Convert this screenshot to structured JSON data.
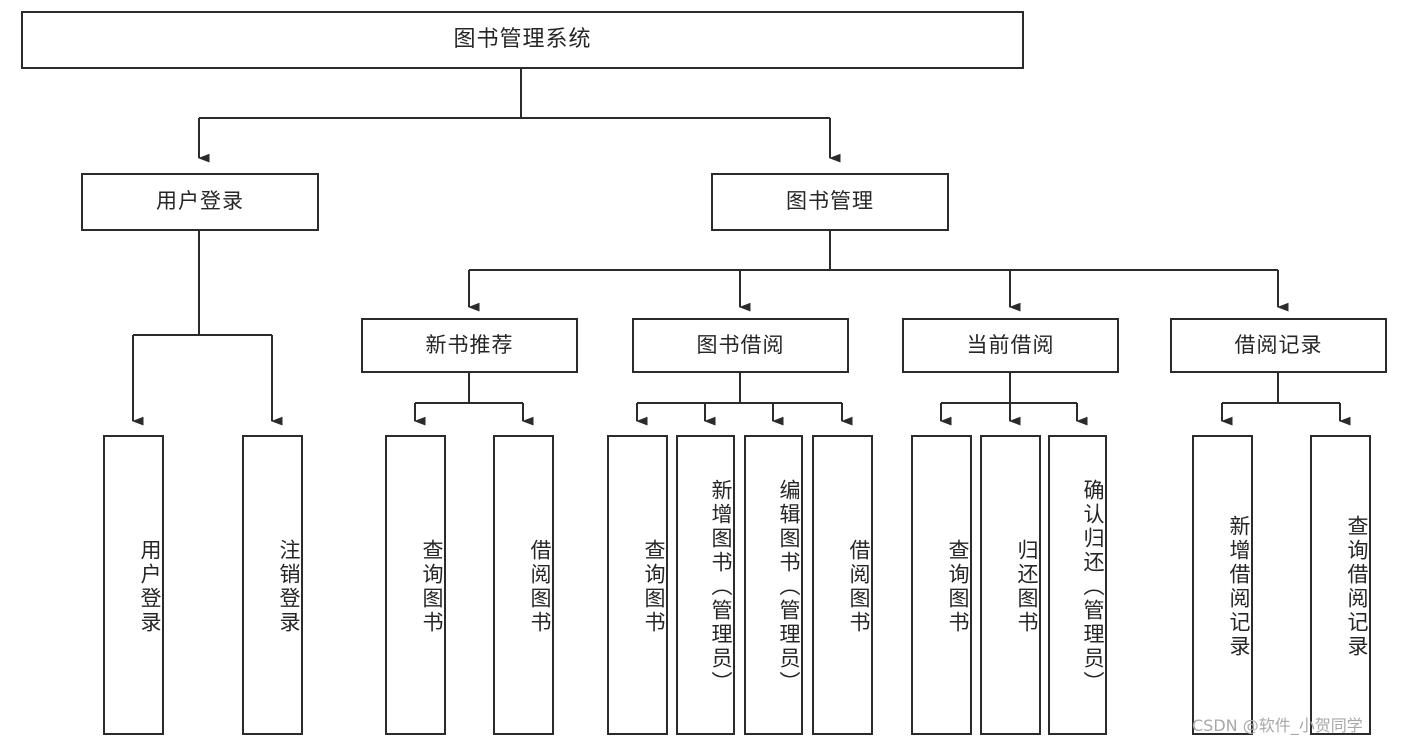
{
  "diagram": {
    "title": "图书管理系统",
    "type": "tree-hierarchy",
    "root": {
      "label": "图书管理系统"
    },
    "level2": [
      {
        "label": "用户登录"
      },
      {
        "label": "图书管理"
      }
    ],
    "level3": [
      {
        "label": "新书推荐"
      },
      {
        "label": "图书借阅"
      },
      {
        "label": "当前借阅"
      },
      {
        "label": "借阅记录"
      }
    ],
    "leaves": {
      "user_login": [
        {
          "label": "用户登录"
        },
        {
          "label": "注销登录"
        }
      ],
      "new_book_recommend": [
        {
          "label": "查询图书"
        },
        {
          "label": "借阅图书"
        }
      ],
      "book_borrow": [
        {
          "label": "查询图书"
        },
        {
          "label": "新增图书（管理员）"
        },
        {
          "label": "编辑图书（管理员）"
        },
        {
          "label": "借阅图书"
        }
      ],
      "current_borrow": [
        {
          "label": "查询图书"
        },
        {
          "label": "归还图书"
        },
        {
          "label": "确认归还（管理员）"
        }
      ],
      "borrow_record": [
        {
          "label": "新增借阅记录"
        },
        {
          "label": "查询借阅记录"
        }
      ]
    }
  },
  "watermark": {
    "text": "CSDN @软件_小贺同学"
  },
  "colors": {
    "line": "#2b2b2b",
    "box_border": "#2b2b2b",
    "text": "#262626",
    "background": "#ffffff",
    "watermark": "#a8a8a8"
  }
}
